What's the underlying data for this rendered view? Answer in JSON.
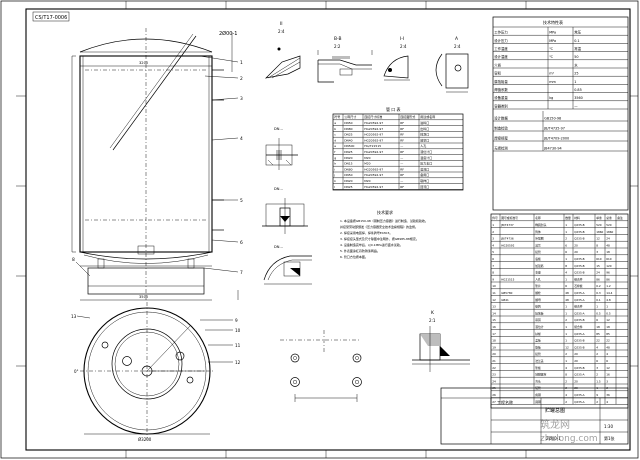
{
  "sheet": {
    "corner_tag": "CS/T17-0006",
    "top_mark": "2Ø00-1",
    "watermark_text": "zhulong.com",
    "watermark_mark": "筑龙网"
  },
  "views": {
    "section_ii": {
      "letter": "II",
      "scale": "2:4"
    },
    "section_bb": {
      "letter": "B-B",
      "scale": "2:2"
    },
    "section_ii_b": {
      "letter": "I-I",
      "scale": "2:4"
    },
    "section_a": {
      "letter": "A",
      "scale": "2:4"
    },
    "detail_k": {
      "letter": "K",
      "scale": "2:1"
    },
    "detail_1": {
      "label": "DN..."
    },
    "detail_2": {
      "label": "DN..."
    },
    "detail_3": {
      "label": "DN..."
    }
  },
  "vessel_callouts": [
    "1",
    "2",
    "3",
    "4",
    "5",
    "6",
    "7",
    "8"
  ],
  "plan_callouts": [
    "9",
    "10",
    "11",
    "12",
    "13"
  ],
  "plan_dimension": "Ø3200",
  "plan_angle": "0°",
  "notes": {
    "title": "技术要求",
    "lines": [
      "1. 本设备按GB150-98《钢制压力容器》进行制造、试验和验收。",
      "   并接受劳动部颁发《压力容器安全技术监察规程》的监督。",
      "2. 焊接采用电弧焊，焊条牌号E4303。",
      "3. 焊接接头型式及尺寸除图中注明外，按GB985-88规定。",
      "4. 设备制造完毕后，以0.1MPa进行盛水试验。",
      "5. 外表面涂红丹防锈漆两遍。",
      "6. 管口方位按本图。"
    ]
  },
  "nozzle_table": {
    "title": "管 口 表",
    "headers": [
      "符号",
      "公称尺寸",
      "连接尺寸标准",
      "连接面形式",
      "用途或名称"
    ],
    "rows": [
      [
        "a",
        "DN50",
        "HG20592-97",
        "RF",
        "进料口"
      ],
      [
        "b",
        "DN80",
        "HG20592-97",
        "RF",
        "出料口"
      ],
      [
        "c",
        "DN25",
        "HG20592-97",
        "RF",
        "排净口"
      ],
      [
        "d",
        "DN40",
        "HG20592-97",
        "RF",
        "放空口"
      ],
      [
        "e",
        "DN500",
        "HG/T21515",
        "—",
        "人孔"
      ],
      [
        "f",
        "DN25",
        "HG20592-97",
        "RF",
        "液位计口"
      ],
      [
        "g",
        "DN20",
        "M20",
        "—",
        "温度计口"
      ],
      [
        "h",
        "DN15",
        "M20",
        "—",
        "压力表口"
      ],
      [
        "i",
        "DN80",
        "HG20592-97",
        "RF",
        "溢流口"
      ],
      [
        "j",
        "DN50",
        "HG20592-97",
        "RF",
        "备用口"
      ],
      [
        "k",
        "DN20",
        "M20",
        "—",
        "取样口"
      ],
      [
        "l",
        "DN25",
        "HG20592-97",
        "RF",
        "回流口"
      ]
    ]
  },
  "spec_table": {
    "title": "技术特性表",
    "rows": [
      [
        "工作压力",
        "MPa",
        "常压"
      ],
      [
        "设计压力",
        "MPa",
        "0.1"
      ],
      [
        "工作温度",
        "℃",
        "常温"
      ],
      [
        "设计温度",
        "℃",
        "50"
      ],
      [
        "介质",
        "",
        "水"
      ],
      [
        "容积",
        "m³",
        "25"
      ],
      [
        "腐蚀裕量",
        "mm",
        "1"
      ],
      [
        "焊缝系数",
        "",
        "0.85"
      ],
      [
        "设备重量",
        "kg",
        "3560"
      ],
      [
        "容器类别",
        "",
        "—"
      ]
    ],
    "design_data_rows": [
      [
        "设计数据",
        "GB150-98"
      ],
      [
        "制造检验",
        "JB/T4735-97"
      ],
      [
        "焊接规程",
        "JB/T4709-2000"
      ],
      [
        "无损检测",
        "JB4730-94"
      ]
    ]
  },
  "bom": {
    "headers": [
      "件号",
      "图号或标准号",
      "名称",
      "数量",
      "材料",
      "单重",
      "总重",
      "备注"
    ],
    "rows": [
      [
        "1",
        "JB/T4737",
        "椭圆封头",
        "1",
        "Q235-B",
        "520",
        "520",
        ""
      ],
      [
        "2",
        "",
        "筒体",
        "1",
        "Q235-B",
        "1860",
        "1860",
        ""
      ],
      [
        "3",
        "JB/T4736",
        "补强圈",
        "2",
        "Q235-B",
        "12",
        "24",
        ""
      ],
      [
        "4",
        "HG20592",
        "法兰",
        "6",
        "20",
        "8",
        "48",
        ""
      ],
      [
        "5",
        "",
        "接管",
        "6",
        "20",
        "3",
        "18",
        ""
      ],
      [
        "6",
        "",
        "底板",
        "1",
        "Q235-B",
        "610",
        "610",
        ""
      ],
      [
        "7",
        "",
        "加强筋",
        "8",
        "Q235-B",
        "15",
        "120",
        ""
      ],
      [
        "8",
        "",
        "支座",
        "4",
        "Q235-B",
        "24",
        "96",
        ""
      ],
      [
        "9",
        "HG21515",
        "人孔",
        "1",
        "组合件",
        "86",
        "86",
        ""
      ],
      [
        "10",
        "",
        "垫片",
        "6",
        "石棉板",
        "0.2",
        "1.2",
        ""
      ],
      [
        "11",
        "GB5780",
        "螺栓",
        "48",
        "Q235-A",
        "0.3",
        "14.4",
        ""
      ],
      [
        "12",
        "GB41",
        "螺母",
        "48",
        "Q235-A",
        "0.1",
        "4.8",
        ""
      ],
      [
        "13",
        "",
        "铭牌",
        "1",
        "组合件",
        "1",
        "1",
        ""
      ],
      [
        "14",
        "",
        "接地板",
        "1",
        "Q235-A",
        "0.5",
        "0.5",
        ""
      ],
      [
        "15",
        "",
        "吊耳",
        "2",
        "Q235-B",
        "6",
        "12",
        ""
      ],
      [
        "16",
        "",
        "液位计",
        "1",
        "组合件",
        "18",
        "18",
        ""
      ],
      [
        "17",
        "",
        "扶梯",
        "1",
        "Q235-A",
        "85",
        "85",
        ""
      ],
      [
        "18",
        "",
        "盖板",
        "1",
        "Q235-B",
        "22",
        "22",
        ""
      ],
      [
        "19",
        "",
        "筋板",
        "12",
        "Q235-B",
        "4",
        "48",
        ""
      ],
      [
        "20",
        "",
        "接管",
        "2",
        "20",
        "2",
        "4",
        ""
      ],
      [
        "21",
        "",
        "法兰盖",
        "1",
        "20",
        "6",
        "6",
        ""
      ],
      [
        "22",
        "",
        "垫板",
        "4",
        "Q235-B",
        "3",
        "12",
        ""
      ],
      [
        "23",
        "",
        "地脚螺栓",
        "8",
        "Q235-A",
        "2",
        "16",
        ""
      ],
      [
        "24",
        "",
        "弯头",
        "2",
        "20",
        "1.5",
        "3",
        ""
      ],
      [
        "25",
        "",
        "短管",
        "2",
        "20",
        "1",
        "2",
        ""
      ],
      [
        "26",
        "",
        "角钢",
        "4",
        "Q235-A",
        "9",
        "36",
        ""
      ],
      [
        "27",
        "",
        "圆钢",
        "2",
        "Q235-A",
        "2",
        "4",
        ""
      ]
    ]
  },
  "title_block": {
    "project": "工程名称",
    "drawing_name": "贮罐总图",
    "drawing_no": "2Ø00-1",
    "scale": "1:30",
    "sheet": "第1张"
  }
}
